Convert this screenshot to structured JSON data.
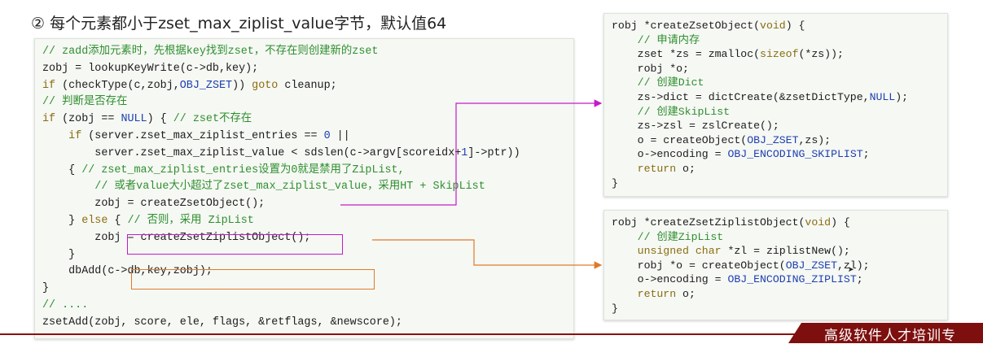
{
  "heading": "② 每个元素都小于zset_max_ziplist_value字节，默认值64",
  "left_code": [
    "// zadd添加元素时，先根据key找到zset，不存在则创建新的zset",
    "zobj = lookupKeyWrite(c->db,key);",
    "if (checkType(c,zobj,OBJ_ZSET)) goto cleanup;",
    "// 判断是否存在",
    "if (zobj == NULL) { // zset不存在",
    "    if (server.zset_max_ziplist_entries == 0 ||",
    "        server.zset_max_ziplist_value < sdslen(c->argv[scoreidx+1]->ptr))",
    "    { // zset_max_ziplist_entries设置为0就是禁用了ZipList,",
    "        // 或者value大小超过了zset_max_ziplist_value，采用HT + SkipList",
    "        zobj = createZsetObject();",
    "    } else { // 否则，采用 ZipList",
    "        zobj = createZsetZiplistObject();",
    "    }",
    "    dbAdd(c->db,key,zobj);",
    "}",
    "// ....",
    "zsetAdd(zobj, score, ele, flags, &retflags, &newscore);"
  ],
  "right_top_code": [
    "robj *createZsetObject(void) {",
    "    // 申请内存",
    "    zset *zs = zmalloc(sizeof(*zs));",
    "    robj *o;",
    "    // 创建Dict",
    "    zs->dict = dictCreate(&zsetDictType,NULL);",
    "    // 创建SkipList",
    "    zs->zsl = zslCreate();",
    "    o = createObject(OBJ_ZSET,zs);",
    "    o->encoding = OBJ_ENCODING_SKIPLIST;",
    "    return o;",
    "}"
  ],
  "right_bottom_code": [
    "robj *createZsetZiplistObject(void) {",
    "    // 创建ZipList",
    "    unsigned char *zl = ziplistNew();",
    "    robj *o = createObject(OBJ_ZSET,zl);",
    "    o->encoding = OBJ_ENCODING_ZIPLIST;",
    "    return o;",
    "}"
  ],
  "banner": "高级软件人才培训专",
  "colors": {
    "comment": "#2f8f2f",
    "keyword": "#8a6d10",
    "macro": "#1d3fb0",
    "number": "#1d3fb0",
    "plain": "#1c1c1c",
    "magenta_arrow": "#c41bc8",
    "orange_arrow": "#e07a2a",
    "banner_bg": "#7e0f0f"
  }
}
